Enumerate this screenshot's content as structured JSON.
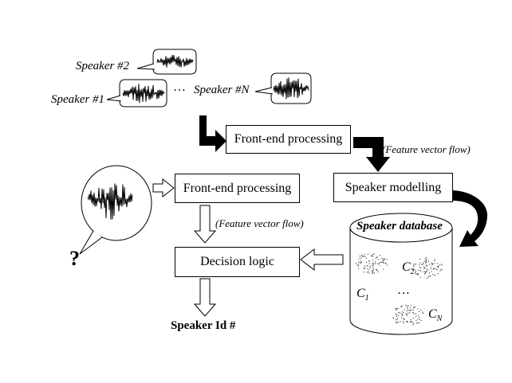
{
  "speakers": {
    "speaker_2": "Speaker #2",
    "speaker_1": "Speaker #1",
    "ellipsis": "…",
    "speaker_n": "Speaker #N"
  },
  "training": {
    "front_end": "Front-end processing",
    "flow_label": "(Feature vector flow)",
    "modelling": "Speaker modelling"
  },
  "database": {
    "title": "Speaker database",
    "c1": "C",
    "c1_sub": "1",
    "c2": "C",
    "c2_sub": "2",
    "cn": "C",
    "cn_sub": "N",
    "ellipsis": "…"
  },
  "identification": {
    "front_end": "Front-end processing",
    "flow_label": "(Feature vector flow)",
    "decision": "Decision logic",
    "unknown": "?",
    "output": "Speaker Id #"
  }
}
